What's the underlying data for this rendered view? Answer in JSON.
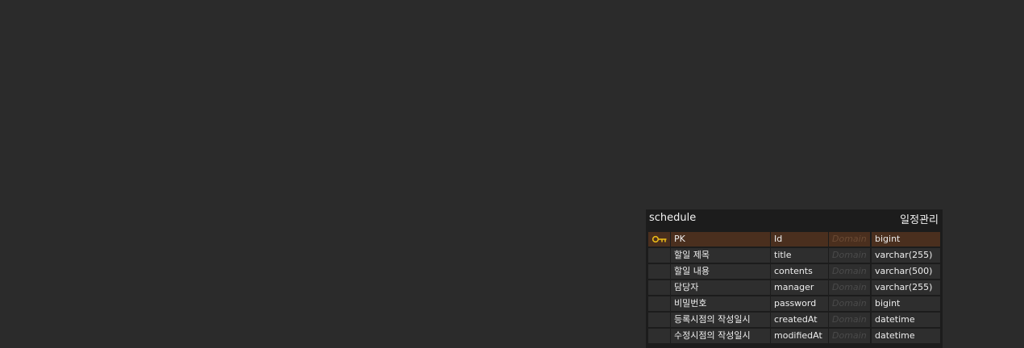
{
  "table": {
    "name": "schedule",
    "logical_name": "일정관리",
    "columns": [
      {
        "key": "primary-key-icon",
        "logical": "PK",
        "physical": "Id",
        "domain": "Domain",
        "type": "bigint"
      },
      {
        "key": "",
        "logical": "할일 제목",
        "physical": "title",
        "domain": "Domain",
        "type": "varchar(255)"
      },
      {
        "key": "",
        "logical": "할일 내용",
        "physical": "contents",
        "domain": "Domain",
        "type": "varchar(500)"
      },
      {
        "key": "",
        "logical": "담당자",
        "physical": "manager",
        "domain": "Domain",
        "type": "varchar(255)"
      },
      {
        "key": "",
        "logical": "비밀번호",
        "physical": "password",
        "domain": "Domain",
        "type": "bigint"
      },
      {
        "key": "",
        "logical": "등록시점의 작성일시",
        "physical": "createdAt",
        "domain": "Domain",
        "type": "datetime"
      },
      {
        "key": "",
        "logical": "수정시점의 작성일시",
        "physical": "modifiedAt",
        "domain": "Domain",
        "type": "datetime"
      }
    ]
  },
  "colors": {
    "canvas": "#2b2b2b",
    "table_bg": "#1c1c1c",
    "cell_bg": "#2e2e2e",
    "pk_row_bg": "#4a2f1e",
    "key_icon": "#e8b817"
  }
}
